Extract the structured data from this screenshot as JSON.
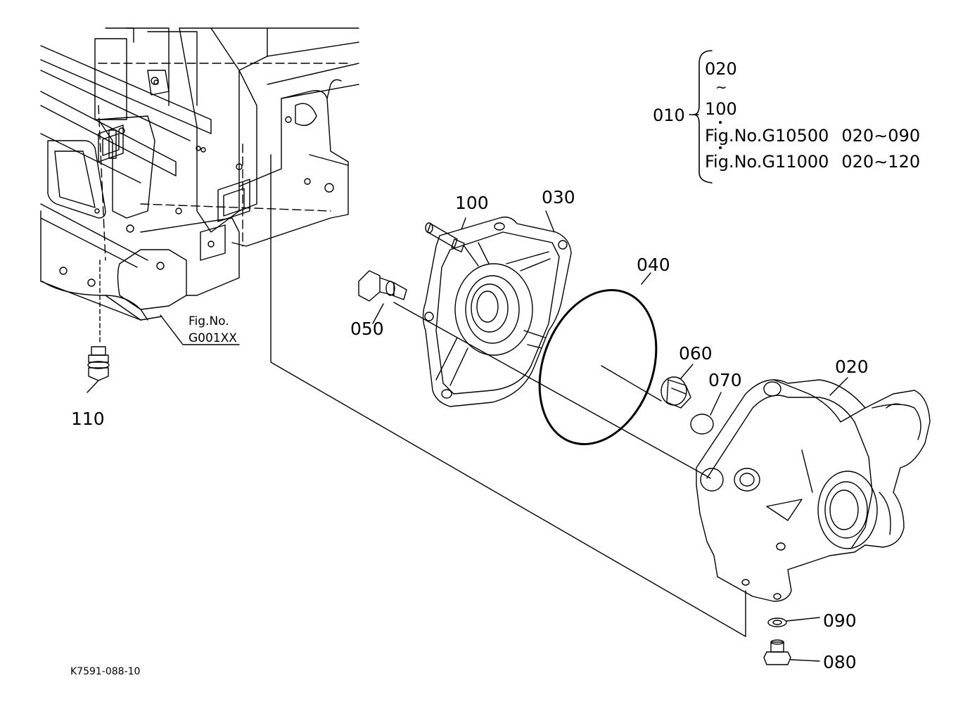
{
  "figure_ref": {
    "line1": "Fig.No.",
    "line2": "G001XX"
  },
  "drawing_code": "K7591-088-10",
  "legend": {
    "assembly": "010",
    "range_start": "020",
    "range_tilde": "~",
    "range_end": "100",
    "refs": [
      {
        "label": "Fig.No.G10500",
        "range": "020∼090"
      },
      {
        "label": "Fig.No.G11000",
        "range": "020∼120"
      }
    ]
  },
  "parts": {
    "p020": "020",
    "p030": "030",
    "p040": "040",
    "p050": "050",
    "p060": "060",
    "p070": "070",
    "p080": "080",
    "p090": "090",
    "p100": "100",
    "p110": "110"
  }
}
